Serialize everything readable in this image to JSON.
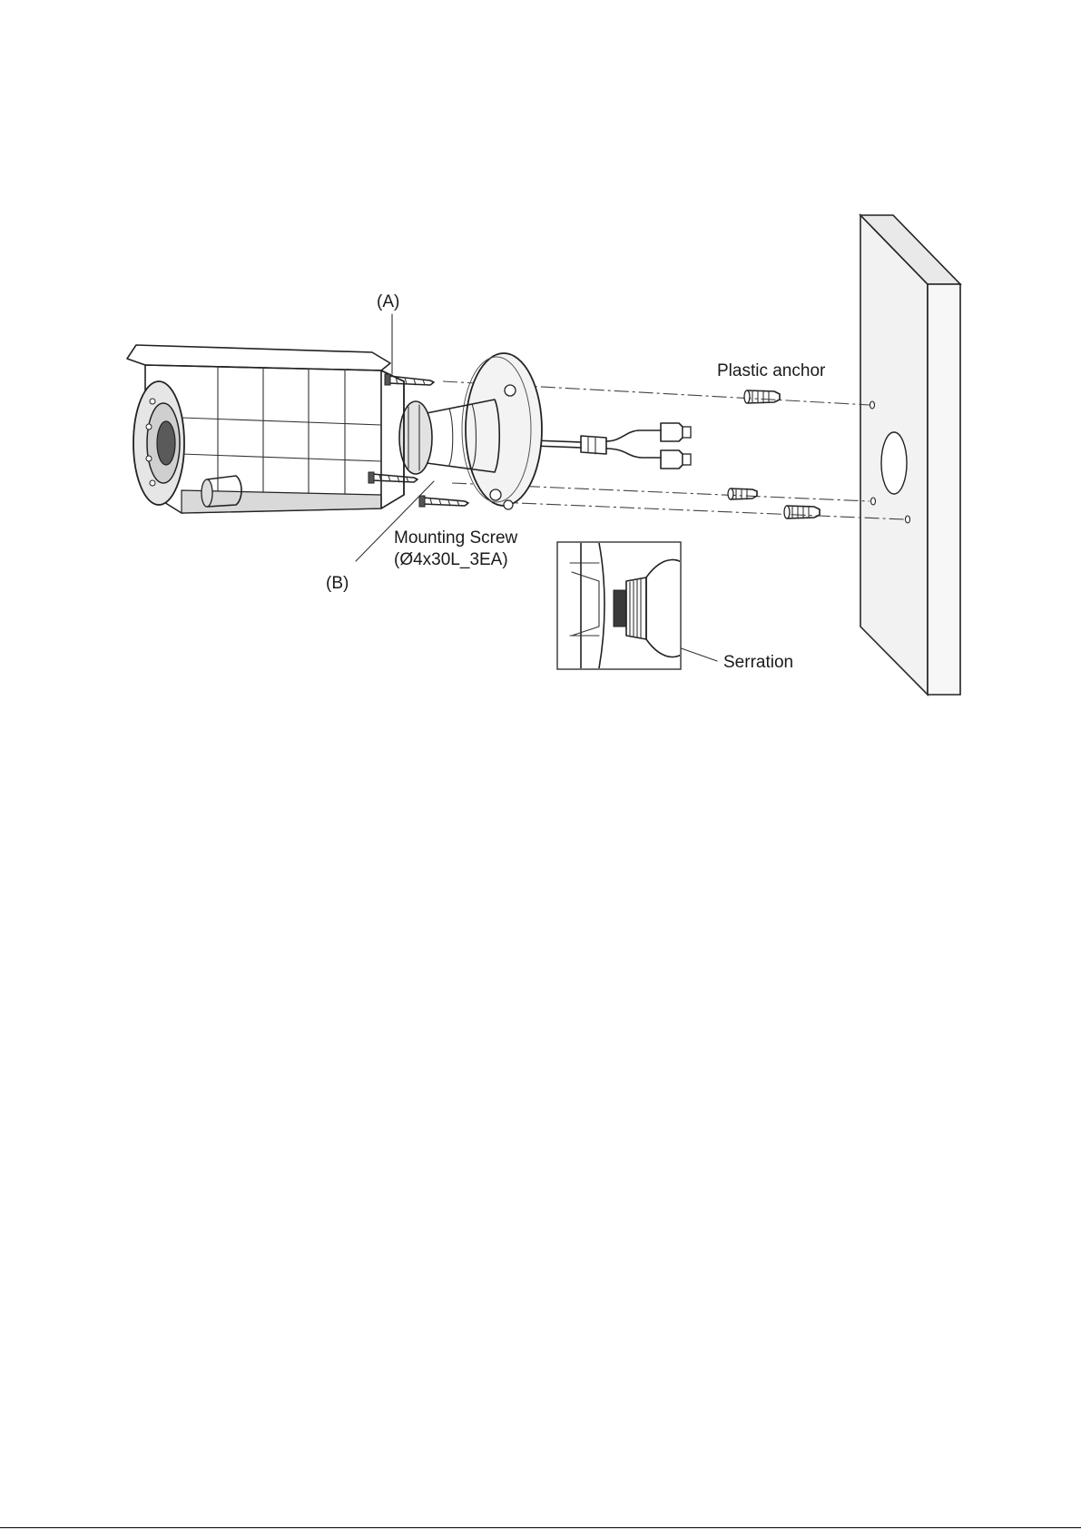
{
  "labels": {
    "screw_a": "(A)",
    "screw_b": "(B)",
    "plastic_anchor": "Plastic anchor",
    "mounting_screw_line1": "Mounting Screw",
    "mounting_screw_line2": "(Ø4x30L_3EA)",
    "serration": "Serration"
  }
}
